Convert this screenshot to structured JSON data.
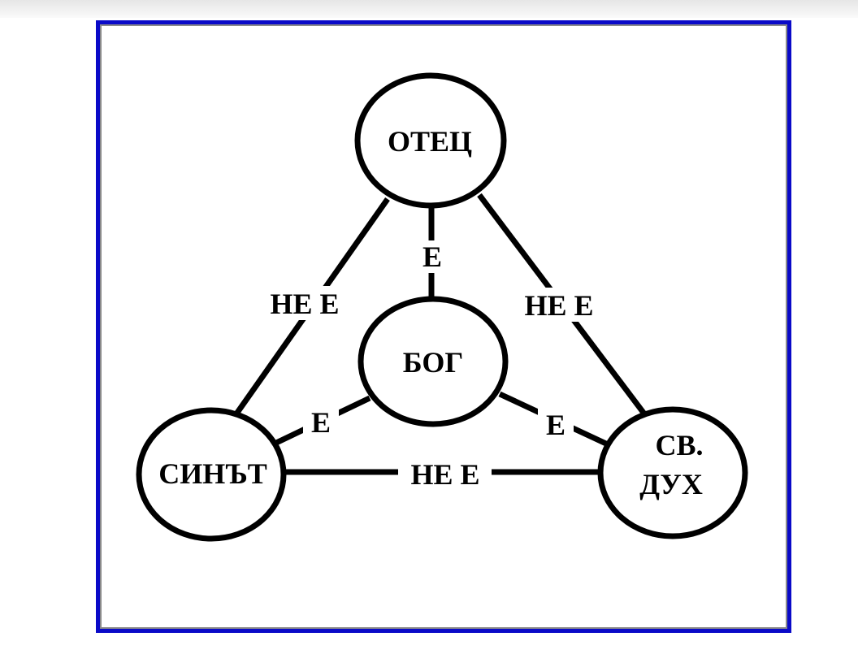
{
  "nodes": {
    "father": "ОТЕЦ",
    "god": "БОГ",
    "son": "СИНЪТ",
    "spirit_line1": "СВ.",
    "spirit_line2": "ДУХ"
  },
  "edges": {
    "father_son": "НЕ Е",
    "father_god": "Е",
    "father_spirit": "НЕ Е",
    "god_son": "Е",
    "god_spirit": "Е",
    "son_spirit": "НЕ Е"
  },
  "colors": {
    "frame": "#0a0ac8",
    "ink": "#000000"
  }
}
